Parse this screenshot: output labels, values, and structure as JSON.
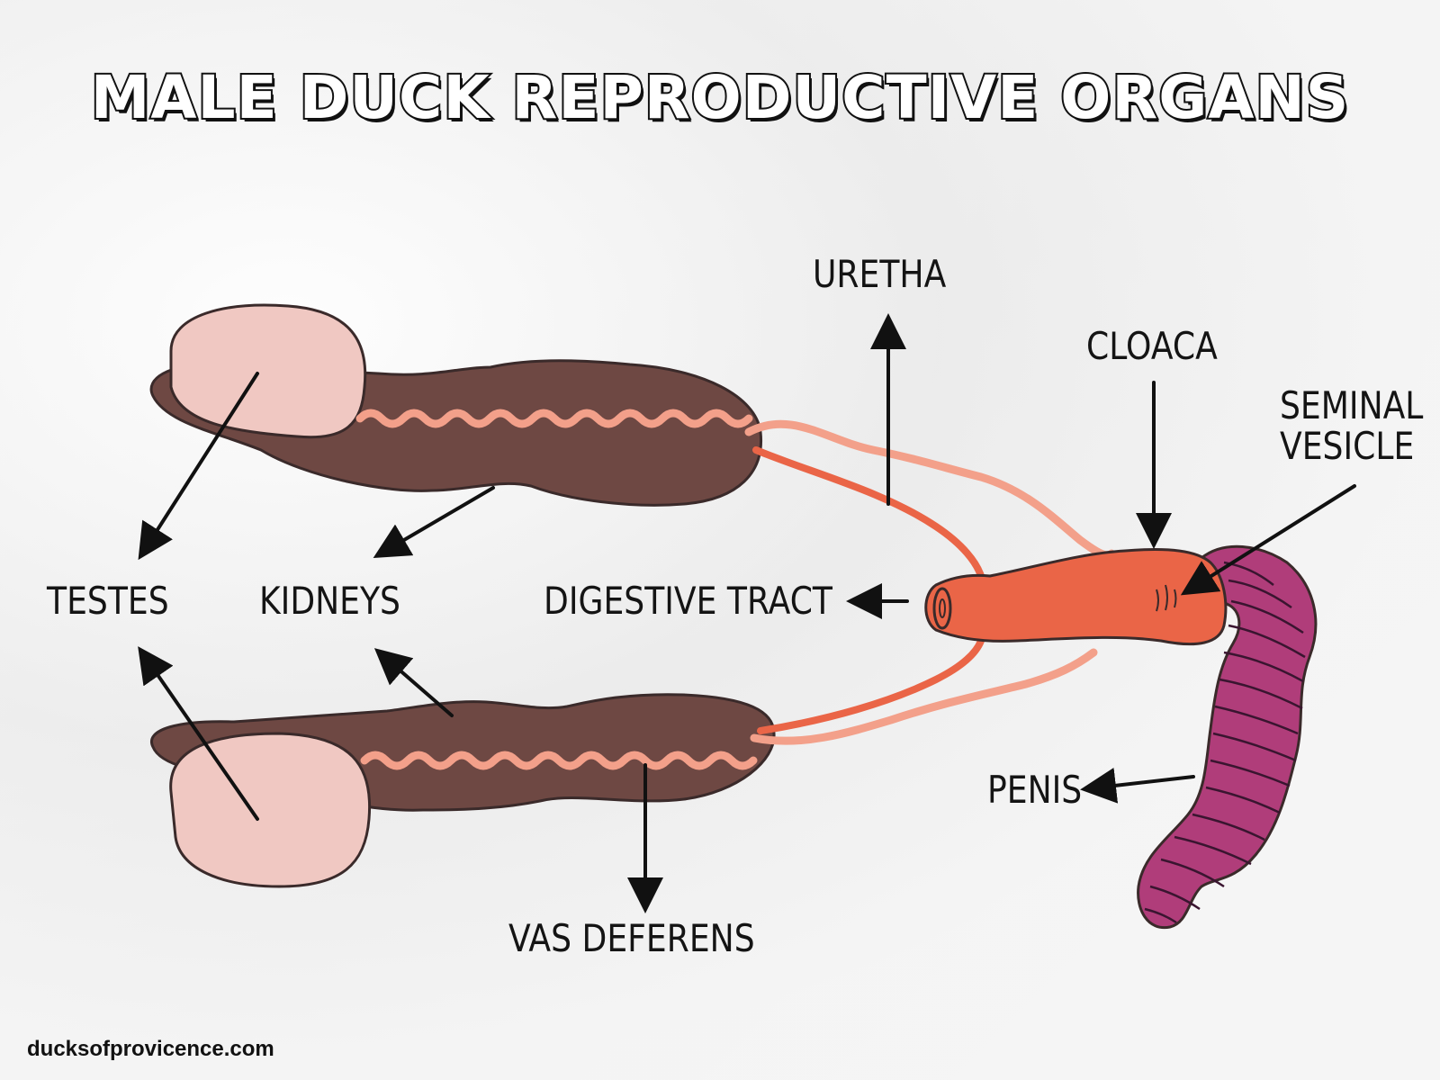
{
  "title": "MALE DUCK REPRODUCTIVE ORGANS",
  "labels": {
    "uretha": "URETHA",
    "cloaca": "CLOACA",
    "seminal_vesicle": "SEMINAL\nVESICLE",
    "testes": "TESTES",
    "kidneys": "KIDNEYS",
    "digestive_tract": "DIGESTIVE TRACT",
    "penis": "PENIS",
    "vas_deferens": "VAS DEFERENS"
  },
  "footer": "ducksofprovicence.com",
  "colors": {
    "kidney": "#6e4843",
    "testis": "#f0c8c2",
    "vas_deferens": "#f3a08a",
    "cloaca": "#ea6547",
    "penis": "#b03d7a",
    "outline": "#3a2a2a",
    "arrow": "#111111"
  }
}
